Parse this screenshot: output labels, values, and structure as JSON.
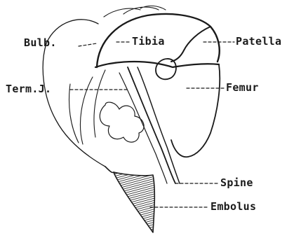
{
  "figure": {
    "labels": {
      "bulb": "Bulb.",
      "tibia": "Tibia",
      "patella": "Patella",
      "term_j": "Term.J.",
      "femur": "Femur",
      "spine": "Spine",
      "embolus": "Embolus"
    },
    "colors": {
      "ink": "#1a1a1a",
      "paper": "#ffffff"
    }
  }
}
